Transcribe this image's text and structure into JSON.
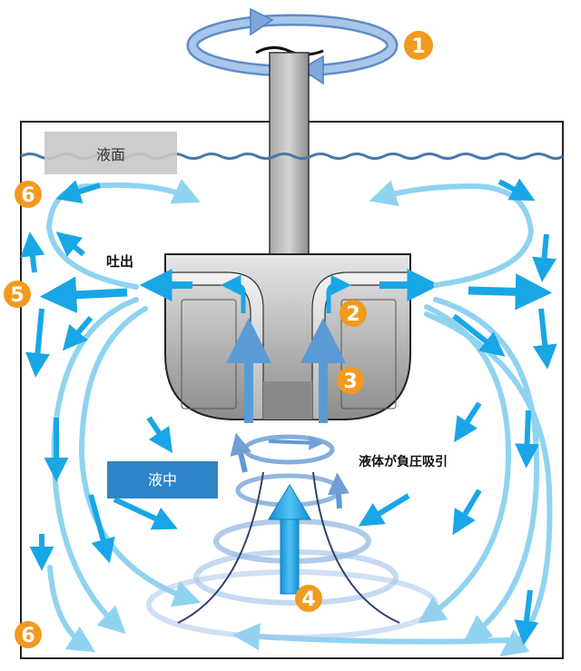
{
  "labels": {
    "surface": "液面",
    "discharge": "吐出",
    "in_liquid": "液中",
    "suction": "液体が負圧吸引"
  },
  "markers": {
    "m1": "1",
    "m2": "2",
    "m3": "3",
    "m4": "4",
    "m5": "5",
    "m6_top": "6",
    "m6_bottom": "6"
  },
  "colors": {
    "marker": "#f39a1e",
    "flow_light": "#8fd3f1",
    "flow_bright": "#19a6e6",
    "water_line": "#4a78a8",
    "inner_arrow": "#5b9bd5",
    "label_box_blue": "#2e84c6",
    "label_box_gray": "#c8c8c8"
  }
}
